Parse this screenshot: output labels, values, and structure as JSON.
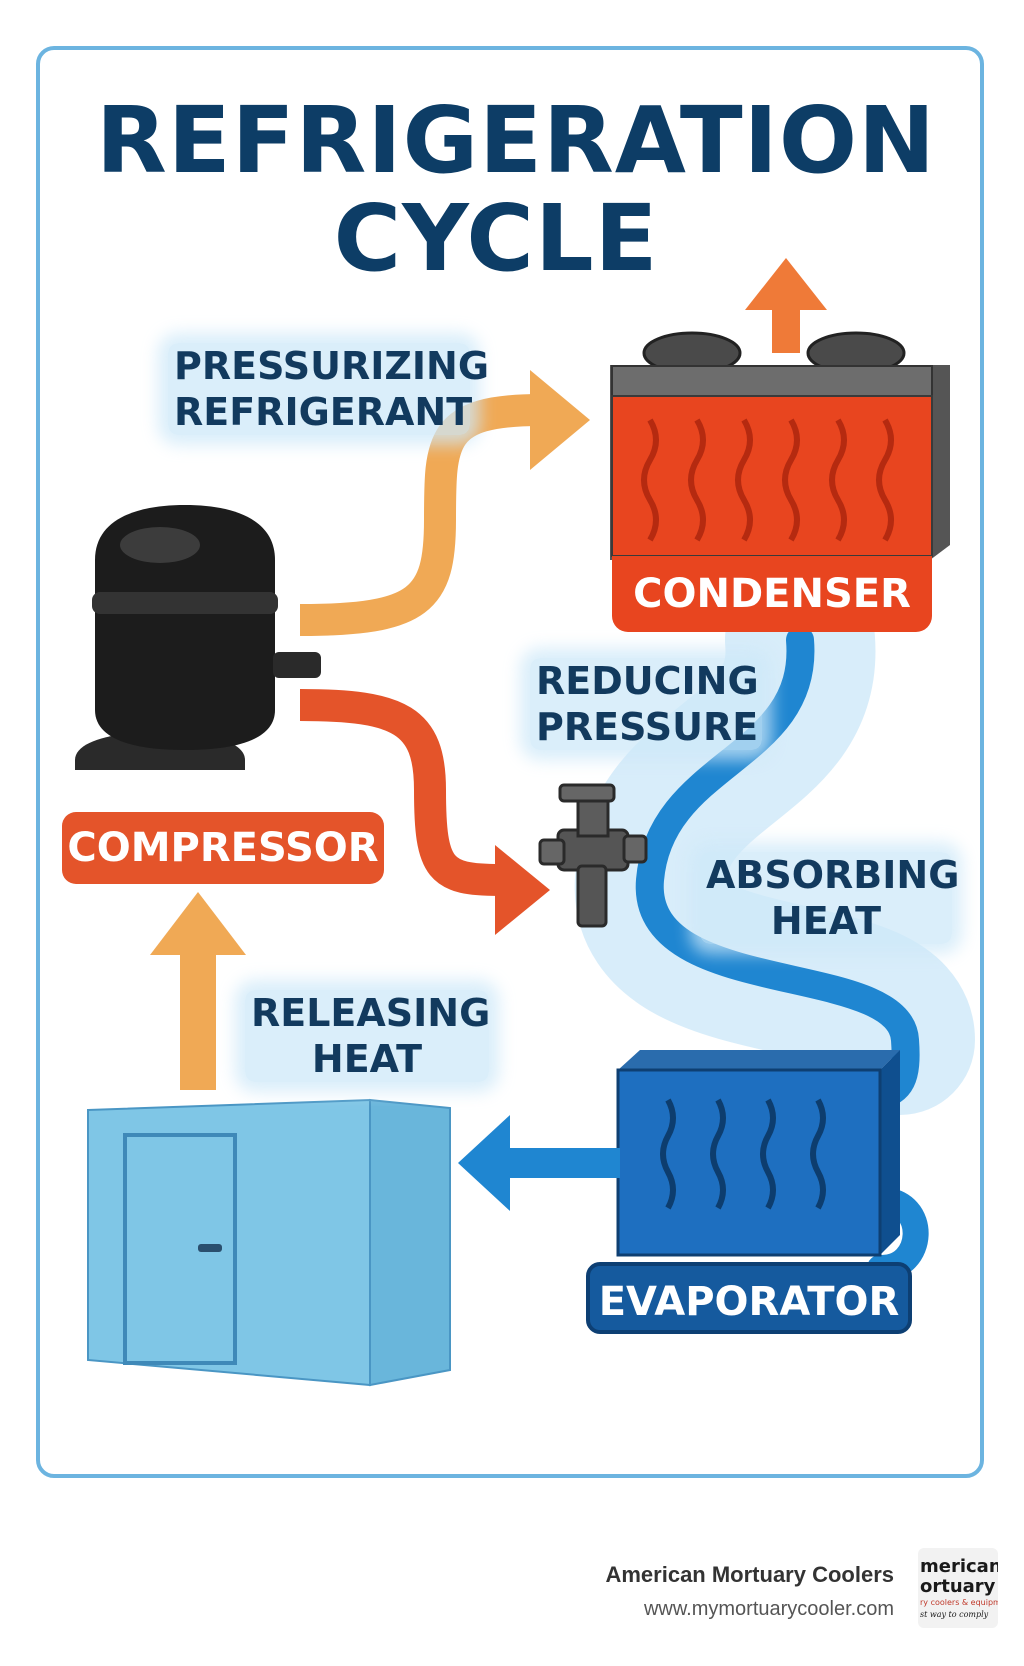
{
  "title": {
    "line1": "REFRIGERATION",
    "line2": "CYCLE"
  },
  "steps": {
    "pressurizing": {
      "line1": "PRESSURIZING",
      "line2": "REFRIGERANT"
    },
    "reducing": {
      "line1": "REDUCING",
      "line2": "PRESSURE"
    },
    "absorbing": {
      "line1": "ABSORBING",
      "line2": "HEAT"
    },
    "releasing": {
      "line1": "RELEASING",
      "line2": "HEAT"
    }
  },
  "components": {
    "compressor": "COMPRESSOR",
    "condenser": "CONDENSER",
    "evaporator": "EVAPORATOR"
  },
  "footer": {
    "company": "American Mortuary Coolers",
    "url": "www.mymortuarycooler.com",
    "logo_line1": "merican",
    "logo_line2": "ortuary",
    "logo_line3": "ry coolers & equipment",
    "logo_line4": "st way to comply"
  },
  "colors": {
    "title": "#0d3d66",
    "frame": "#6cb4e0",
    "hot_pipe": "#f0a955",
    "warm_pipe": "#e4542a",
    "cold_pipe": "#1f86d1",
    "condenser": "#e8451f",
    "evaporator": "#1e6fc0",
    "cooler_room": "#7fc6e6",
    "compressor": "#1a1a1a"
  }
}
